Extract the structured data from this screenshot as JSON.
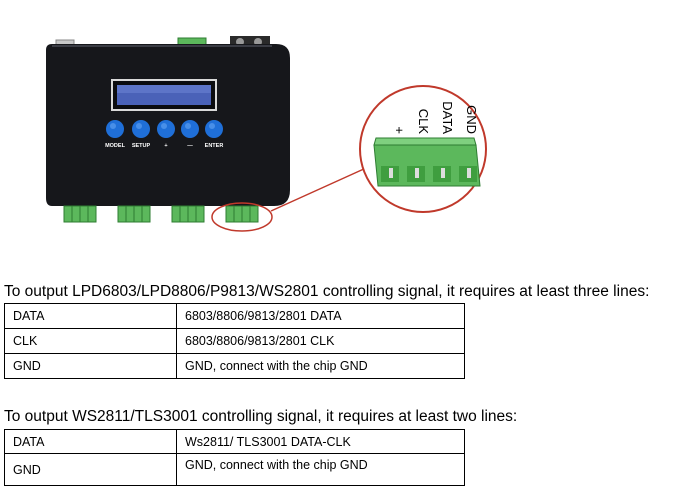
{
  "device": {
    "buttons": [
      "MODEL",
      "SETUP",
      "+",
      "—",
      "ENTER"
    ],
    "pin_labels": [
      "+",
      "CLK",
      "DATA",
      "GND"
    ]
  },
  "section1": {
    "heading": "To output LPD6803/LPD8806/P9813/WS2801 controlling signal, it requires at least three lines:",
    "rows": [
      {
        "signal": "DATA",
        "description": "6803/8806/9813/2801 DATA"
      },
      {
        "signal": "CLK",
        "description": "6803/8806/9813/2801 CLK"
      },
      {
        "signal": "GND",
        "description": "GND, connect with the chip GND"
      }
    ]
  },
  "section2": {
    "heading": "To output WS2811/TLS3001 controlling signal, it requires at least two lines:",
    "rows": [
      {
        "signal": "DATA",
        "description": "Ws2811/ TLS3001 DATA-CLK"
      },
      {
        "signal": "GND",
        "description": "GND, connect with the chip GND"
      }
    ]
  },
  "colors": {
    "device_body": "#16171b",
    "button_blue": "#1f6fd8",
    "terminal_green": "#5cb85c",
    "highlight_red": "#c0392b"
  }
}
